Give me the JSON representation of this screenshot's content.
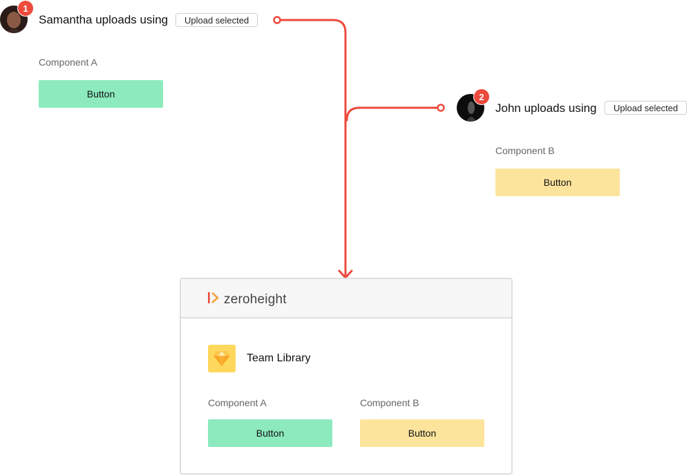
{
  "uploaders": [
    {
      "badge": "1",
      "text": "Samantha uploads using",
      "action_label": "Upload selected",
      "component_label": "Component A",
      "button_label": "Button"
    },
    {
      "badge": "2",
      "text": "John uploads using",
      "action_label": "Upload selected",
      "component_label": "Component B",
      "button_label": "Button"
    }
  ],
  "library": {
    "brand": "zeroheight",
    "title": "Team Library",
    "components": [
      {
        "label": "Component A",
        "button_label": "Button"
      },
      {
        "label": "Component B",
        "button_label": "Button"
      }
    ]
  },
  "colors": {
    "connector": "#ee4a3c",
    "badge": "#ee4a3c",
    "component_a": "#8ceabe",
    "component_b": "#fde49d",
    "sketch_icon_bg": "#fdd85c"
  },
  "icons": {
    "brand_logo": "zeroheight-logo-icon",
    "library_icon": "sketch-diamond-icon"
  }
}
